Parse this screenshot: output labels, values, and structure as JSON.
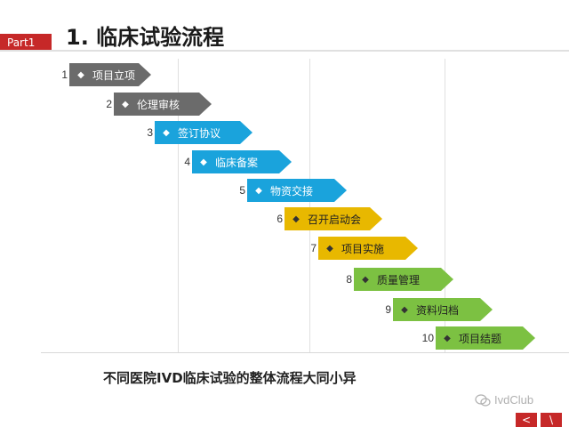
{
  "header": {
    "part_label": "Part1",
    "title": "1. 临床试验流程"
  },
  "steps": [
    {
      "num": "1",
      "label": "项目立项",
      "color": "#6b6b6b"
    },
    {
      "num": "2",
      "label": "伦理审核",
      "color": "#6b6b6b"
    },
    {
      "num": "3",
      "label": "签订协议",
      "color": "#1aa3dc"
    },
    {
      "num": "4",
      "label": "临床备案",
      "color": "#1aa3dc"
    },
    {
      "num": "5",
      "label": "物资交接",
      "color": "#1aa3dc"
    },
    {
      "num": "6",
      "label": "召开启动会",
      "color": "#e8b800"
    },
    {
      "num": "7",
      "label": "项目实施",
      "color": "#e8b800"
    },
    {
      "num": "8",
      "label": "质量管理",
      "color": "#7cc142"
    },
    {
      "num": "9",
      "label": "资料归档",
      "color": "#7cc142"
    },
    {
      "num": "10",
      "label": "项目结题",
      "color": "#7cc142"
    }
  ],
  "summary": "不同医院IVD临床试验的整体流程大同小异",
  "watermark": "IvdClub",
  "nav": {
    "prev": "<",
    "next": "\\"
  }
}
